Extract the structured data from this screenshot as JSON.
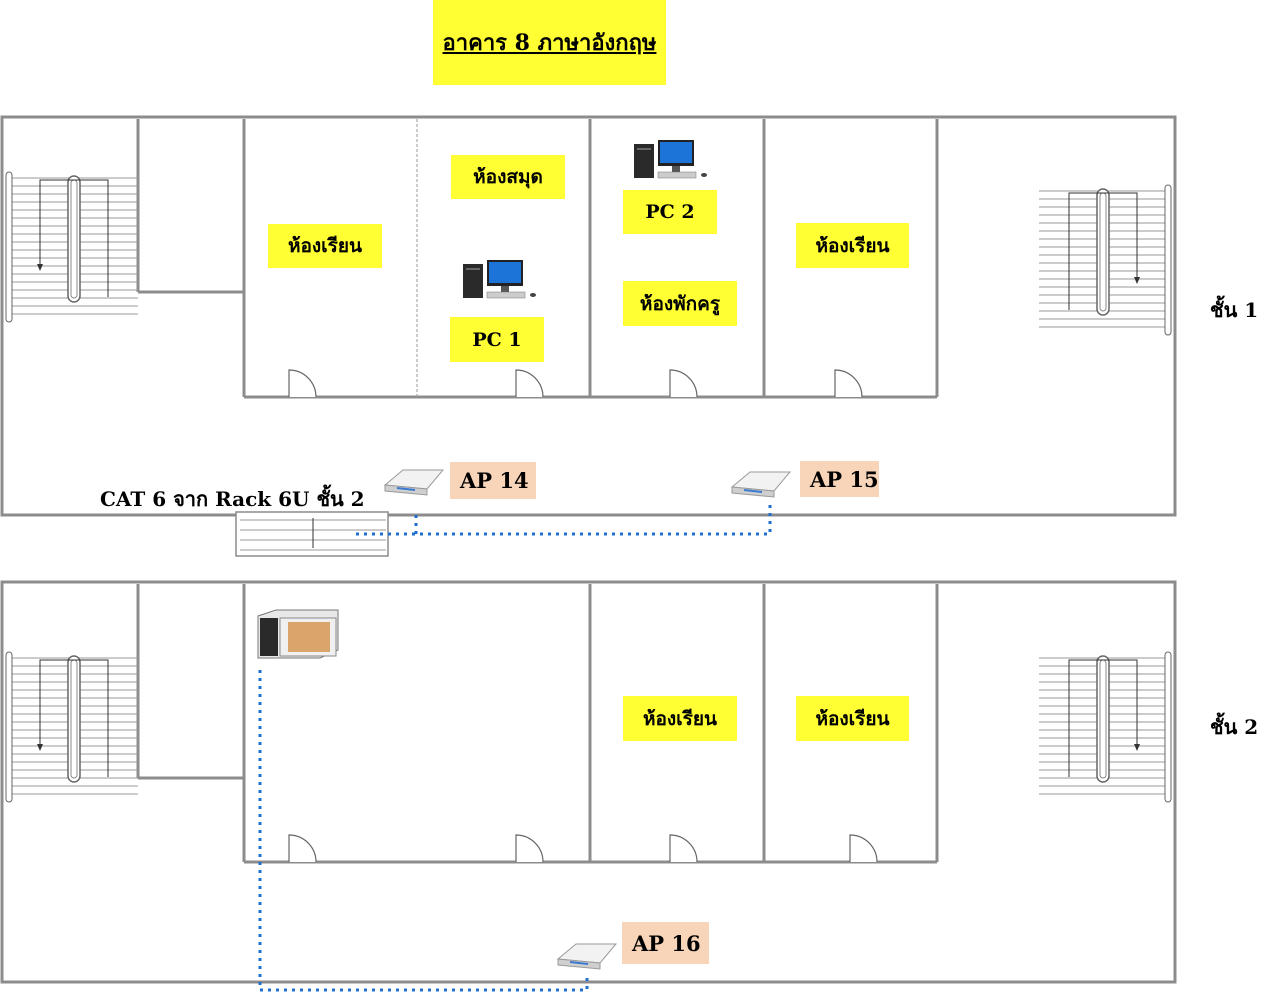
{
  "title": "อาคาร 8 ภาษาอังกฤษ",
  "floor_1": {
    "label": "ชั้น 1",
    "rooms": {
      "classroom_a": "ห้องเรียน",
      "library": "ห้องสมุด",
      "teacher_lounge": "ห้องพักครู",
      "classroom_b": "ห้องเรียน"
    },
    "pcs": [
      "PC 1",
      "PC 2"
    ],
    "access_points": [
      "AP  14",
      "AP  15"
    ],
    "cable_note": "CAT 6 จาก Rack 6U ชั้น 2"
  },
  "floor_2": {
    "label": "ชั้น 2",
    "rooms": {
      "classroom_a": "ห้องเรียน",
      "classroom_b": "ห้องเรียน"
    },
    "access_points": [
      "AP  16"
    ],
    "rack_icon": "network-rack-icon"
  },
  "colors": {
    "label_highlight": "#ffff33",
    "ap_highlight": "#f8d5b8",
    "cable": "#1e6fd0",
    "wall": "#8c8c8c"
  }
}
